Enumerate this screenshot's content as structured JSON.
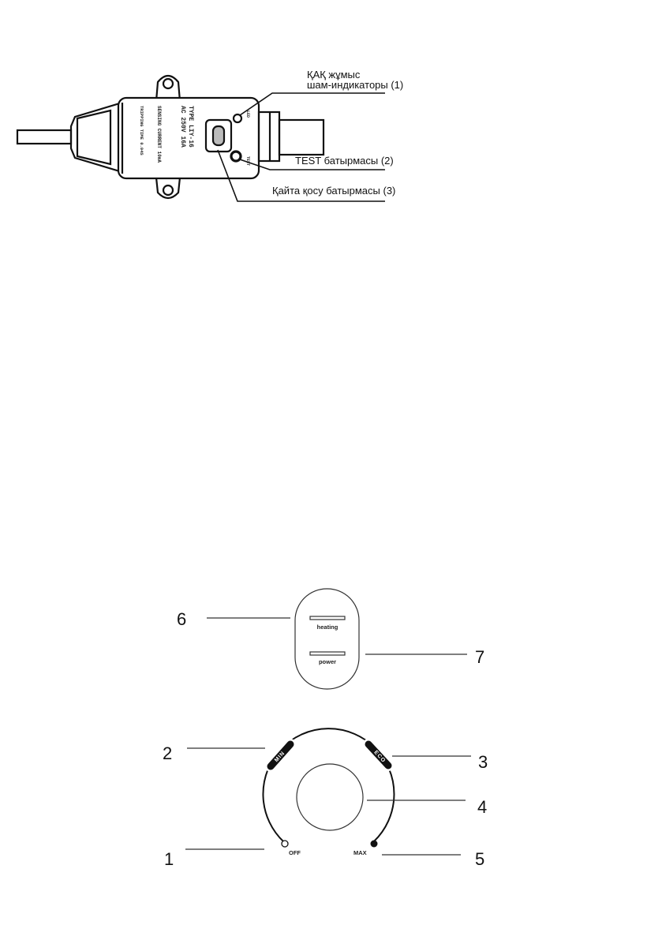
{
  "rcd_diagram": {
    "device_markings": [
      "TYPE LIY-16",
      "AC 250V 16A",
      "SENSING CURRENT 10mA",
      "TRIPPING TIME 0.04S"
    ],
    "led_marking": "LED",
    "test_marking": "TEST",
    "callouts": {
      "led_line1": "ҚАҚ жұмыс",
      "led_line2": "шам-индикаторы (1)",
      "test": "TEST батырмасы (2)",
      "reset": "Қайта қосу батырмасы (3)"
    }
  },
  "control_panel": {
    "indicator_labels": {
      "heating": "heating",
      "power": "power"
    },
    "dial_labels": {
      "min": "MIN",
      "eco": "ECO",
      "off": "OFF",
      "max": "MAX"
    },
    "callout_numbers": {
      "n1": "1",
      "n2": "2",
      "n3": "3",
      "n4": "4",
      "n5": "5",
      "n6": "6",
      "n7": "7"
    }
  }
}
